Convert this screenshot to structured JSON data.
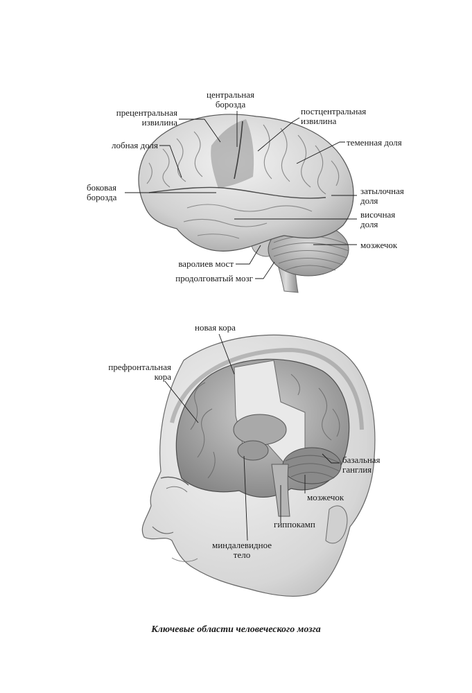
{
  "figure1": {
    "labels": {
      "central_sulcus": [
        "центральная",
        "борозда"
      ],
      "precentral_gyrus": [
        "прецентральная",
        "извилина"
      ],
      "postcentral_gyrus": [
        "постцентральная",
        "извилина"
      ],
      "frontal_lobe": [
        "лобная доля"
      ],
      "parietal_lobe": [
        "теменная доля"
      ],
      "lateral_sulcus": [
        "боковая",
        "борозда"
      ],
      "occipital_lobe": [
        "затылочная",
        "доля"
      ],
      "temporal_lobe": [
        "височная",
        "доля"
      ],
      "cerebellum": [
        "мозжечок"
      ],
      "pons": [
        "варолиев мост"
      ],
      "medulla": [
        "продолговатый мозг"
      ]
    }
  },
  "figure2": {
    "labels": {
      "neocortex": [
        "новая кора"
      ],
      "prefrontal_cortex": [
        "префронтальная",
        "кора"
      ],
      "basal_ganglia": [
        "базальная",
        "ганглия"
      ],
      "cerebellum": [
        "мозжечок"
      ],
      "hippocampus": [
        "гиппокамп"
      ],
      "amygdala": [
        "миндалевидное",
        "тело"
      ]
    }
  },
  "caption": "Ключевые области человеческого мозга"
}
